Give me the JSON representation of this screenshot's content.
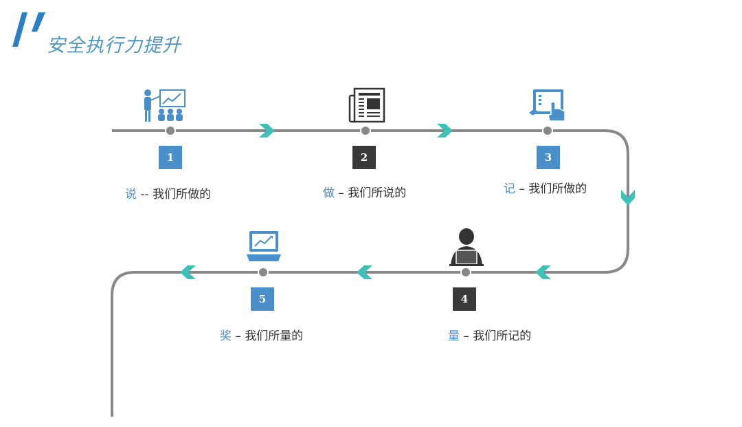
{
  "header": {
    "title": "安全执行力提升"
  },
  "steps": [
    {
      "number": "1",
      "key": "说",
      "rest": " -- 我们所做的",
      "icon": "presentation-icon"
    },
    {
      "number": "2",
      "key": "做",
      "rest": " – 我们所说的",
      "icon": "newspaper-icon"
    },
    {
      "number": "3",
      "key": "记",
      "rest": " – 我们所做的",
      "icon": "tablet-touch-icon"
    },
    {
      "number": "4",
      "key": "量",
      "rest": " – 我们所记的",
      "icon": "person-laptop-icon"
    },
    {
      "number": "5",
      "key": "奖",
      "rest": " – 我们所量的",
      "icon": "laptop-chart-icon"
    }
  ],
  "colors": {
    "accent": "#4a8fc9",
    "arrow": "#3fc1b7",
    "track": "#888888",
    "dark": "#3a3a3a"
  }
}
